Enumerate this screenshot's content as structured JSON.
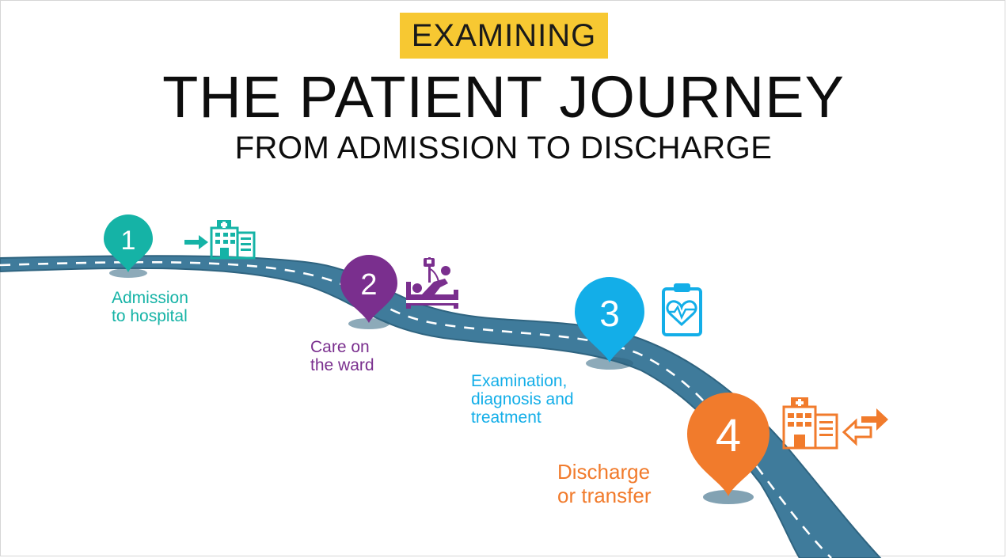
{
  "header": {
    "badge": "EXAMINING",
    "title": "THE PATIENT JOURNEY",
    "subtitle": "FROM ADMISSION TO DISCHARGE"
  },
  "colors": {
    "badge": "#f7c832",
    "road": "#3f7b9b",
    "road_edge": "#2f6480",
    "step1": "#15b3a6",
    "step2": "#7a2f8e",
    "step3": "#13aee8",
    "step4": "#f17b2c"
  },
  "steps": [
    {
      "number": "1",
      "label_lines": [
        "Admission",
        "to hospital"
      ],
      "icon": "arrow-to-hospital-icon"
    },
    {
      "number": "2",
      "label_lines": [
        "Care on",
        "the ward"
      ],
      "icon": "hospital-bed-patient-icon"
    },
    {
      "number": "3",
      "label_lines": [
        "Examination,",
        "diagnosis and",
        "treatment"
      ],
      "icon": "clipboard-heart-icon"
    },
    {
      "number": "4",
      "label_lines": [
        "Discharge",
        "or transfer"
      ],
      "icon": "hospital-transfer-arrows-icon"
    }
  ]
}
